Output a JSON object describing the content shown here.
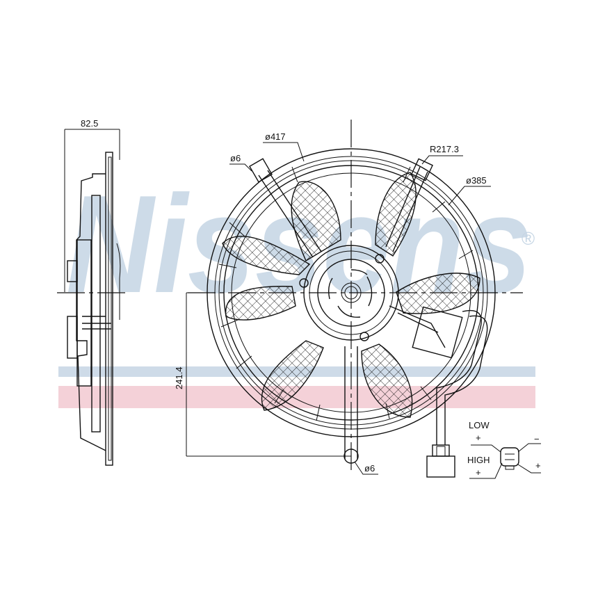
{
  "watermark": {
    "brand": "Nissens",
    "registered_mark": "®",
    "color_blue": "#c5d5e4",
    "color_red": "#f2c9d1"
  },
  "dimensions": {
    "side_depth": "82.5",
    "outer_diameter": "ø417",
    "mount_hole_top": "ø6",
    "shroud_radius": "R217.3",
    "fan_diameter": "ø385",
    "vertical_offset": "241.4",
    "mount_hole_bottom": "ø6"
  },
  "connector_legend": {
    "low_label": "LOW",
    "low_sign": "+",
    "high_label": "HIGH",
    "high_sign": "+",
    "right_top_sign": "−",
    "right_bottom_sign": "+"
  },
  "colors": {
    "line": "#111111",
    "background": "#ffffff"
  }
}
